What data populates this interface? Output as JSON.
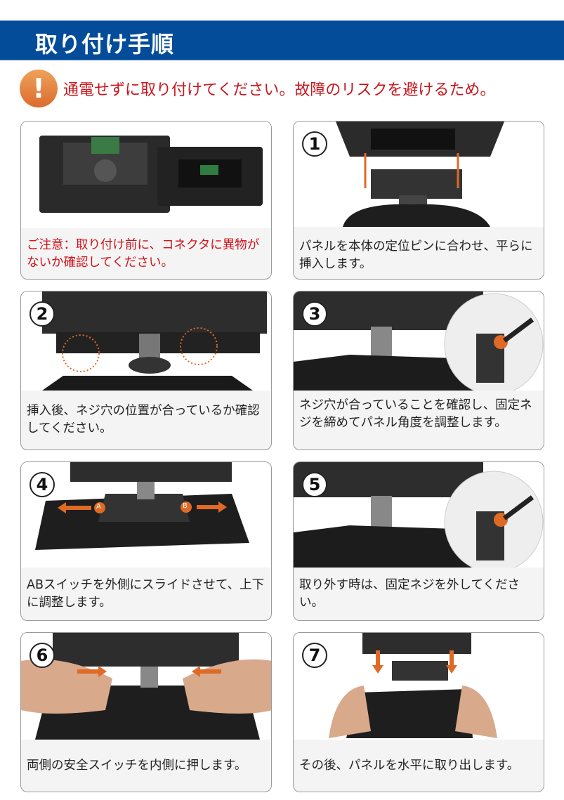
{
  "header": {
    "title": "取り付け手順"
  },
  "warning": {
    "icon": "exclamation-icon",
    "symbol": "!",
    "text": "通電せずに取り付けてください。故障のリスクを避けるため。"
  },
  "colors": {
    "banner": "#034c9a",
    "warning_text": "#c8161d",
    "accent_orange": "#e06a25"
  },
  "steps": [
    {
      "number": "",
      "caption": "ご注意：取り付け前に、コネクタに異物がないか確認してください。"
    },
    {
      "number": "1",
      "caption": "パネルを本体の定位ピンに合わせ、平らに挿入します。"
    },
    {
      "number": "2",
      "caption": "挿入後、ネジ穴の位置が合っているか確認してください。"
    },
    {
      "number": "3",
      "caption": "ネジ穴が合っていることを確認し、固定ネジを締めてパネル角度を調整します。"
    },
    {
      "number": "4",
      "caption": "ABスイッチを外側にスライドさせて、上下に調整します。",
      "labels": [
        "A",
        "B"
      ]
    },
    {
      "number": "5",
      "caption": "取り外す時は、固定ネジを外してください。"
    },
    {
      "number": "6",
      "caption": "両側の安全スイッチを内側に押します。"
    },
    {
      "number": "7",
      "caption": "その後、パネルを水平に取り出します。"
    }
  ]
}
